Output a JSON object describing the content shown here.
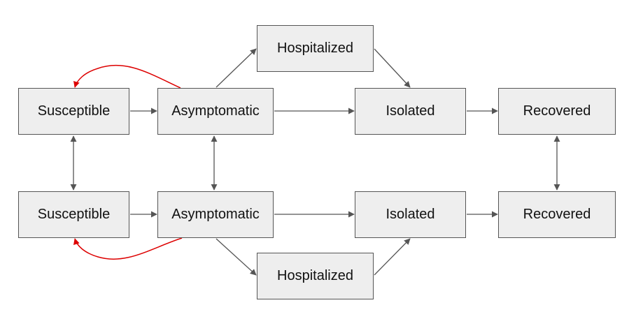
{
  "diagram": {
    "colors": {
      "node_fill": "#eeeeee",
      "node_border": "#555555",
      "edge": "#555555",
      "reinfection_edge": "#dd0000"
    },
    "nodes": {
      "top_susceptible": {
        "label": "Susceptible"
      },
      "top_asymptomatic": {
        "label": "Asymptomatic"
      },
      "top_hospitalized": {
        "label": "Hospitalized"
      },
      "top_isolated": {
        "label": "Isolated"
      },
      "top_recovered": {
        "label": "Recovered"
      },
      "bot_susceptible": {
        "label": "Susceptible"
      },
      "bot_asymptomatic": {
        "label": "Asymptomatic"
      },
      "bot_hospitalized": {
        "label": "Hospitalized"
      },
      "bot_isolated": {
        "label": "Isolated"
      },
      "bot_recovered": {
        "label": "Recovered"
      }
    },
    "edges": [
      {
        "from": "top_susceptible",
        "to": "top_asymptomatic",
        "kind": "directed"
      },
      {
        "from": "top_asymptomatic",
        "to": "top_hospitalized",
        "kind": "directed"
      },
      {
        "from": "top_asymptomatic",
        "to": "top_isolated",
        "kind": "directed"
      },
      {
        "from": "top_hospitalized",
        "to": "top_isolated",
        "kind": "directed"
      },
      {
        "from": "top_isolated",
        "to": "top_recovered",
        "kind": "directed"
      },
      {
        "from": "top_asymptomatic",
        "to": "top_susceptible",
        "kind": "reinfection"
      },
      {
        "from": "bot_susceptible",
        "to": "bot_asymptomatic",
        "kind": "directed"
      },
      {
        "from": "bot_asymptomatic",
        "to": "bot_hospitalized",
        "kind": "directed"
      },
      {
        "from": "bot_asymptomatic",
        "to": "bot_isolated",
        "kind": "directed"
      },
      {
        "from": "bot_hospitalized",
        "to": "bot_isolated",
        "kind": "directed"
      },
      {
        "from": "bot_isolated",
        "to": "bot_recovered",
        "kind": "directed"
      },
      {
        "from": "bot_asymptomatic",
        "to": "bot_susceptible",
        "kind": "reinfection"
      },
      {
        "from": "top_susceptible",
        "to": "bot_susceptible",
        "kind": "bidirectional"
      },
      {
        "from": "top_asymptomatic",
        "to": "bot_asymptomatic",
        "kind": "bidirectional"
      },
      {
        "from": "top_recovered",
        "to": "bot_recovered",
        "kind": "bidirectional"
      }
    ]
  }
}
